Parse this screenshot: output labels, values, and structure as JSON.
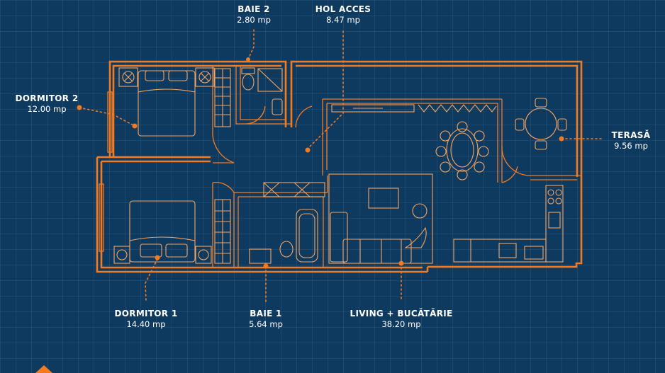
{
  "rooms": {
    "baie2": {
      "name": "BAIE 2",
      "area": "2.80 mp"
    },
    "hol": {
      "name": "HOL ACCES",
      "area": "8.47 mp"
    },
    "dormitor2": {
      "name": "DORMITOR 2",
      "area": "12.00 mp"
    },
    "terasa": {
      "name": "TERASĂ",
      "area": "9.56 mp"
    },
    "dormitor1": {
      "name": "DORMITOR 1",
      "area": "14.40 mp"
    },
    "baie1": {
      "name": "BAIE 1",
      "area": "5.64 mp"
    },
    "living": {
      "name": "LIVING + BUCĂTĂRIE",
      "area": "38.20 mp"
    }
  },
  "colors": {
    "background": "#0f3a5f",
    "line": "#f47a20",
    "text": "#ffffff"
  }
}
